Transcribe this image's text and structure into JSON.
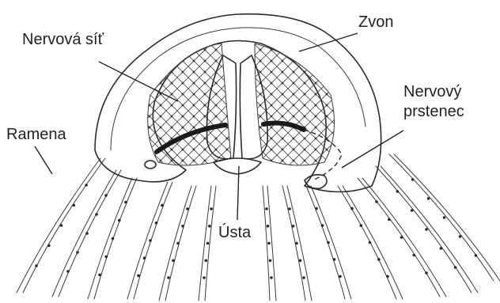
{
  "labels": {
    "nerve_net": "Nervová síť",
    "bell": "Zvon",
    "nerve_ring_line1": "Nervový",
    "nerve_ring_line2": "prstenec",
    "arms": "Ramena",
    "mouth": "Ústa"
  }
}
